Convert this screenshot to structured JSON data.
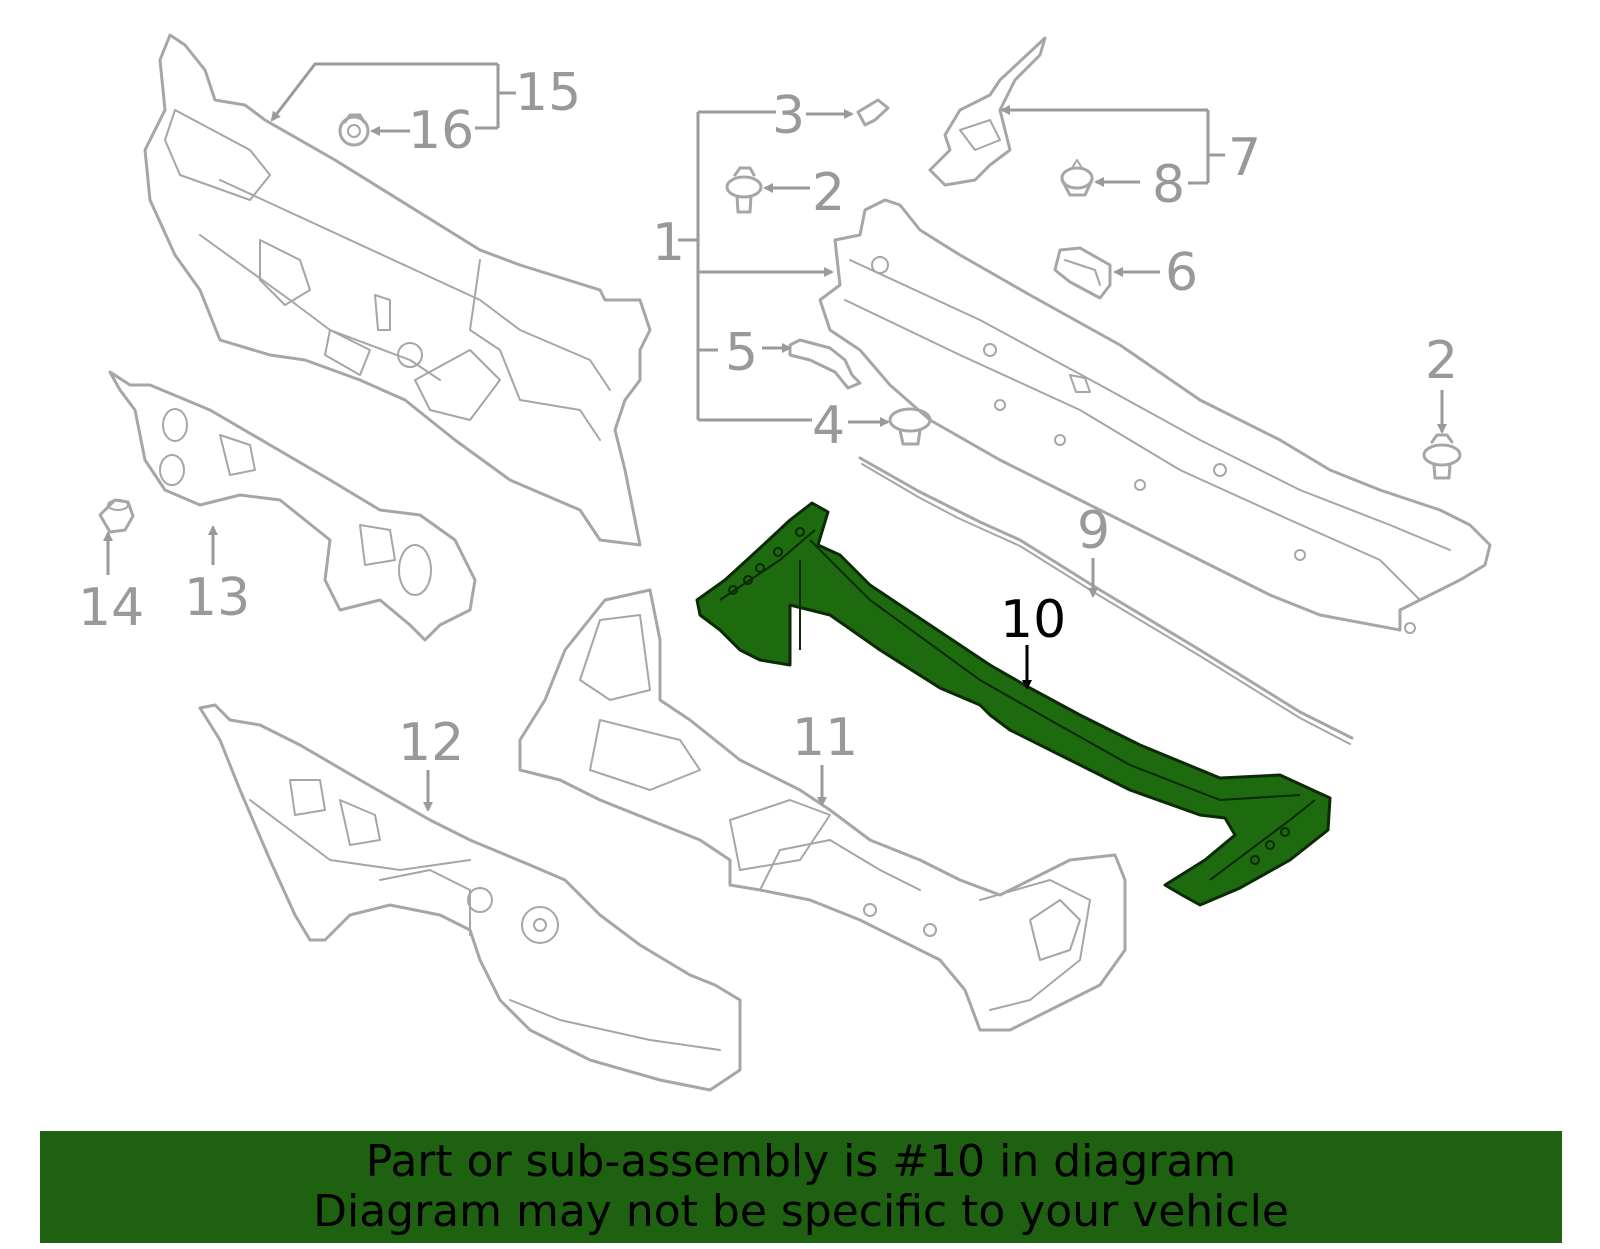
{
  "callouts": {
    "c1": "1",
    "c2a": "2",
    "c2b": "2",
    "c3": "3",
    "c4": "4",
    "c5": "5",
    "c6": "6",
    "c7": "7",
    "c8": "8",
    "c9": "9",
    "c10": "10",
    "c11": "11",
    "c12": "12",
    "c13": "13",
    "c14": "14",
    "c15": "15",
    "c16": "16"
  },
  "highlight": {
    "part_number": "10",
    "fill_color": "#1d6a0f"
  },
  "banner": {
    "line1": "Part or sub-assembly is #10 in diagram",
    "line2": "Diagram may not be specific to your vehicle",
    "background_color": "#1e6110"
  }
}
